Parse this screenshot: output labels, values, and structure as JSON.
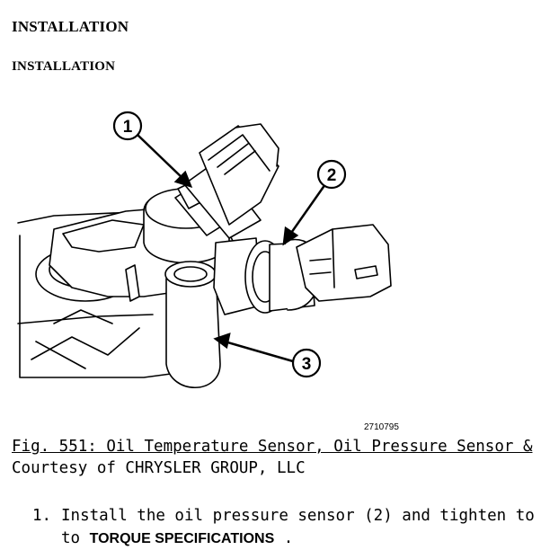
{
  "heading_main": "INSTALLATION",
  "heading_sub": "INSTALLATION",
  "figure": {
    "id_label": "2710795",
    "callouts": [
      "1",
      "2",
      "3"
    ]
  },
  "caption": "Fig. 551: Oil Temperature Sensor, Oil Pressure Sensor &",
  "courtesy": "Courtesy of CHRYSLER GROUP, LLC",
  "steps": [
    {
      "number": "1.",
      "text_line1": "Install the oil pressure sensor (2) and tighten to",
      "text_line2_prefix": "to ",
      "spec_link": "TORQUE SPECIFICATIONS",
      "text_line2_suffix": " ."
    }
  ]
}
